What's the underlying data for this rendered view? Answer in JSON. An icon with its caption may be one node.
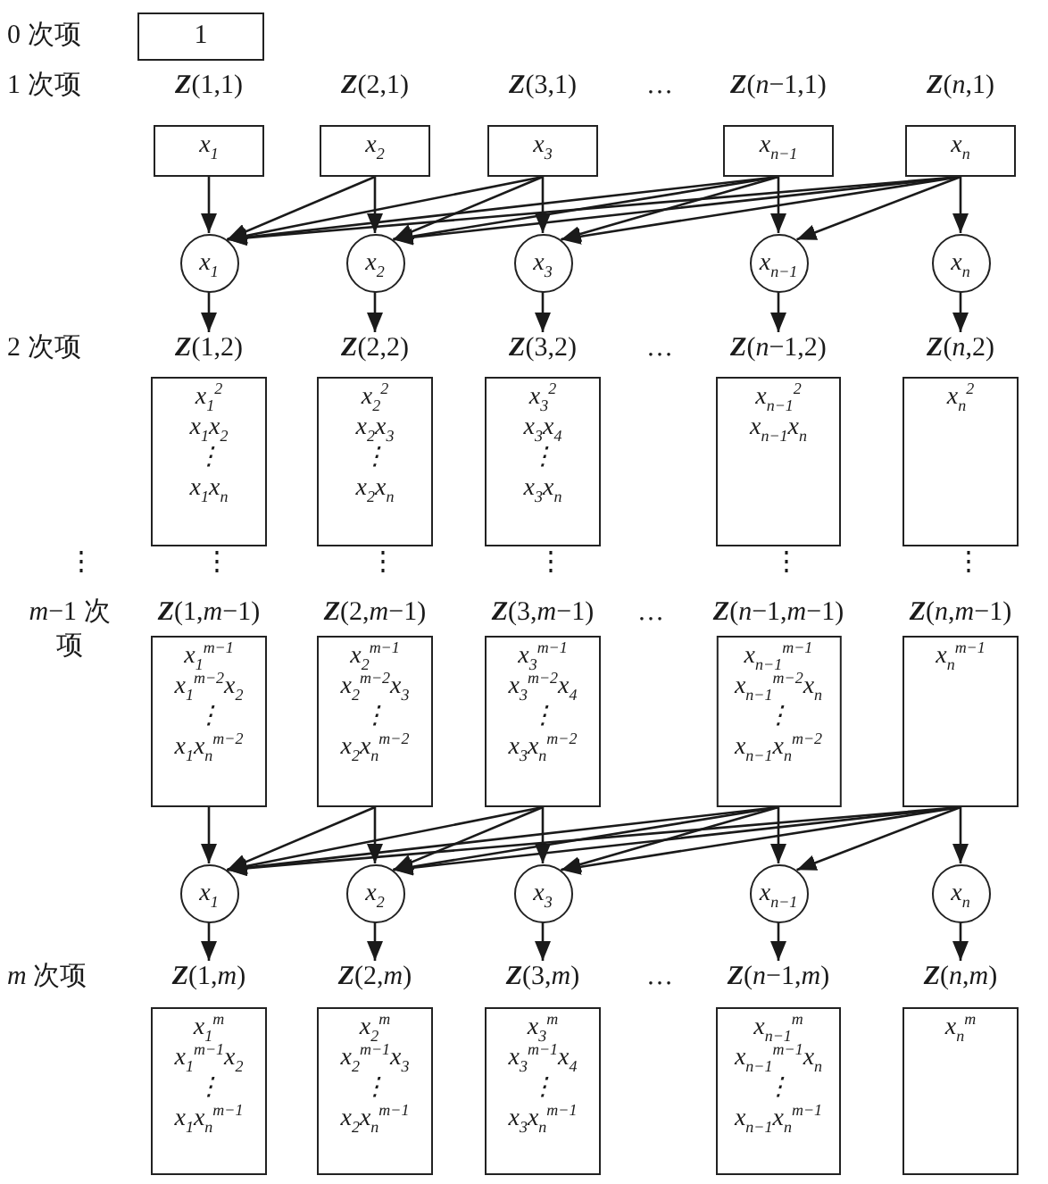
{
  "diagram": {
    "nodes": [
      {
        "text": [
          "1"
        ]
      },
      {
        "text": [
          "**Z**(1,1)",
          "x$_{1}$"
        ]
      },
      {
        "text": [
          "**Z**(2,1)",
          "x$_{2}$"
        ]
      },
      {
        "text": [
          "**Z**(3,1)",
          "x$_{3}$"
        ]
      },
      {
        "text": [
          "**Z**(*n*−1,1)",
          "x$_{n−1}$"
        ]
      },
      {
        "text": [
          "**Z**(*n*,1)",
          "x$_{n}$"
        ]
      },
      {
        "text": [
          "x$_{1}$"
        ]
      },
      {
        "text": [
          "x$_{2}$"
        ]
      },
      {
        "text": [
          "x$_{3}$"
        ]
      },
      {
        "text": [
          "x$_{n−1}$"
        ]
      },
      {
        "text": [
          "x$_{n}$"
        ]
      },
      {
        "text": [
          "**Z**(1,2)",
          "x$_{1}$$^{2}$",
          "x$_{1}$x$_{2}$",
          "⋮",
          "x$_{1}$x$_{n}$"
        ]
      },
      {
        "text": [
          "**Z**(2,2)",
          "x$_{2}$$^{2}$",
          "x$_{2}$x$_{3}$",
          "⋮",
          "x$_{2}$x$_{n}$"
        ]
      },
      {
        "text": [
          "**Z**(3,2)",
          "x$_{3}$$^{2}$",
          "x$_{3}$x$_{4}$",
          "⋮",
          "x$_{3}$x$_{n}$"
        ]
      },
      {
        "text": [
          "**Z**(*n*−1,2)",
          "x$_{n−1}$$^{2}$",
          "x$_{n−1}$x$_{n}$"
        ]
      },
      {
        "text": [
          "**Z**(*n*,2)",
          "x$_{n}$$^{2}$"
        ]
      },
      {
        "text": [
          "**Z**(1,*m*−1)",
          "x$_{1}$$^{m−1}$",
          "x$_{1}$$^{m−2}$x$_{2}$",
          "⋮",
          "x$_{1}$x$_{n}$$^{m−2}$"
        ]
      },
      {
        "text": [
          "**Z**(2,*m*−1)",
          "x$_{2}$$^{m−1}$",
          "x$_{2}$$^{m−2}$x$_{3}$",
          "⋮",
          "x$_{2}$x$_{n}$$^{m−2}$"
        ]
      },
      {
        "text": [
          "**Z**(3,*m*−1)",
          "x$_{3}$$^{m−1}$",
          "x$_{3}$$^{m−2}$x$_{4}$",
          "⋮",
          "x$_{3}$x$_{n}$$^{m−2}$"
        ]
      },
      {
        "text": [
          "**Z**(*n*−1,*m*−1)",
          "x$_{n−1}$$^{m−1}$",
          "x$_{n−1}$$^{m−2}$x$_{n}$",
          "⋮",
          "x$_{n−1}$x$_{n}$$^{m−2}$"
        ]
      },
      {
        "text": [
          "**Z**(*n*,*m*−1)",
          "x$_{n}$$^{m−1}$"
        ]
      },
      {
        "text": [
          "x$_{1}$"
        ]
      },
      {
        "text": [
          "x$_{2}$"
        ]
      },
      {
        "text": [
          "x$_{3}$"
        ]
      },
      {
        "text": [
          "x$_{n−1}$"
        ]
      },
      {
        "text": [
          "x$_{n}$"
        ]
      },
      {
        "text": [
          "**Z**(1,*m*)",
          "x$_{1}$$^{m}$",
          "x$_{1}$$^{m−1}$x$_{2}$",
          "⋮",
          "x$_{1}$x$_{n}$$^{m−1}$"
        ]
      },
      {
        "text": [
          "**Z**(2,*m*)",
          "x$_{2}$$^{m}$",
          "x$_{2}$$^{m−1}$x$_{3}$",
          "⋮",
          "x$_{2}$x$_{n}$$^{m−1}$"
        ]
      },
      {
        "text": [
          "**Z**(3,*m*)",
          "x$_{3}$$^{m}$",
          "x$_{3}$$^{m−1}$x$_{4}$",
          "⋮",
          "x$_{3}$x$_{n}$$^{m−1}$"
        ]
      },
      {
        "text": [
          "**Z**(*n*−1,*m*)",
          "x$_{n−1}$$^{m}$",
          "x$_{n−1}$$^{m−1}$x$_{n}$",
          "⋮",
          "x$_{n−1}$x$_{n}$$^{m−1}$"
        ]
      },
      {
        "text": [
          "**Z**(*n*,*m*)",
          "x$_{n}$$^{m}$"
        ]
      }
    ],
    "edges": [
      {
        "from": 1,
        "to": 6,
        "arrow": "to"
      },
      {
        "from": 2,
        "to": 6,
        "arrow": "to"
      },
      {
        "from": 2,
        "to": 7,
        "arrow": "to"
      },
      {
        "from": 3,
        "to": 6,
        "arrow": "to"
      },
      {
        "from": 3,
        "to": 7,
        "arrow": "to"
      },
      {
        "from": 3,
        "to": 8,
        "arrow": "to"
      },
      {
        "from": 4,
        "to": 6,
        "arrow": "to"
      },
      {
        "from": 4,
        "to": 7,
        "arrow": "to"
      },
      {
        "from": 4,
        "to": 8,
        "arrow": "to"
      },
      {
        "from": 4,
        "to": 9,
        "arrow": "to"
      },
      {
        "from": 5,
        "to": 6,
        "arrow": "to"
      },
      {
        "from": 5,
        "to": 7,
        "arrow": "to"
      },
      {
        "from": 5,
        "to": 8,
        "arrow": "to"
      },
      {
        "from": 5,
        "to": 9,
        "arrow": "to"
      },
      {
        "from": 5,
        "to": 10,
        "arrow": "to"
      },
      {
        "from": 6,
        "to": 11,
        "arrow": "to"
      },
      {
        "from": 7,
        "to": 12,
        "arrow": "to"
      },
      {
        "from": 8,
        "to": 13,
        "arrow": "to"
      },
      {
        "from": 9,
        "to": 14,
        "arrow": "to"
      },
      {
        "from": 10,
        "to": 15,
        "arrow": "to"
      },
      {
        "from": 16,
        "to": 21,
        "arrow": "to"
      },
      {
        "from": 17,
        "to": 21,
        "arrow": "to"
      },
      {
        "from": 17,
        "to": 22,
        "arrow": "to"
      },
      {
        "from": 18,
        "to": 21,
        "arrow": "to"
      },
      {
        "from": 18,
        "to": 22,
        "arrow": "to"
      },
      {
        "from": 18,
        "to": 23,
        "arrow": "to"
      },
      {
        "from": 19,
        "to": 21,
        "arrow": "to"
      },
      {
        "from": 19,
        "to": 22,
        "arrow": "to"
      },
      {
        "from": 19,
        "to": 23,
        "arrow": "to"
      },
      {
        "from": 19,
        "to": 24,
        "arrow": "to"
      },
      {
        "from": 20,
        "to": 21,
        "arrow": "to"
      },
      {
        "from": 20,
        "to": 22,
        "arrow": "to"
      },
      {
        "from": 20,
        "to": 23,
        "arrow": "to"
      },
      {
        "from": 20,
        "to": 24,
        "arrow": "to"
      },
      {
        "from": 20,
        "to": 25,
        "arrow": "to"
      },
      {
        "from": 21,
        "to": 26,
        "arrow": "to"
      },
      {
        "from": 22,
        "to": 27,
        "arrow": "to"
      },
      {
        "from": 23,
        "to": 28,
        "arrow": "to"
      },
      {
        "from": 24,
        "to": 29,
        "arrow": "to"
      },
      {
        "from": 25,
        "to": 30,
        "arrow": "to"
      }
    ],
    "labels": [
      "0 次项",
      "1 次项",
      "…",
      "2 次项",
      "…",
      "⋮",
      "⋮",
      "⋮",
      "⋮",
      "⋮",
      "⋮",
      "*m*−1 次项",
      "…",
      "*m* 次项",
      "…"
    ]
  }
}
